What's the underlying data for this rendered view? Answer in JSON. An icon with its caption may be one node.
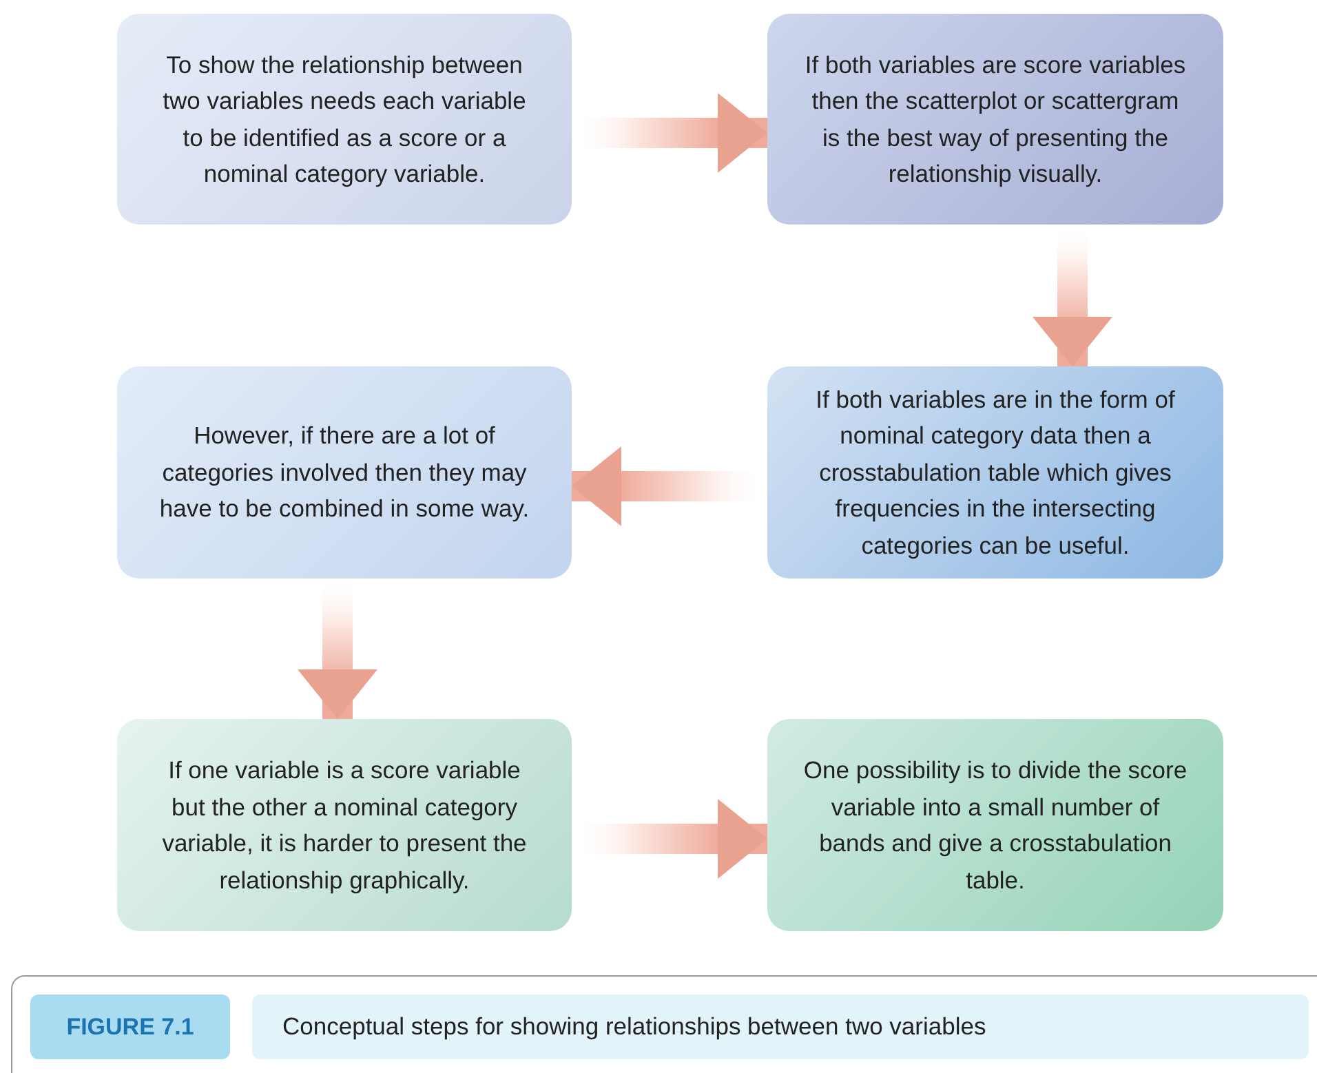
{
  "diagram": {
    "caption": "Conceptual steps for showing relationships between two variables",
    "nodes": [
      {
        "text": [
          "To show the relationship between two variables needs each variable to be identified as a score or a nominal category variable."
        ]
      },
      {
        "text": [
          "If both variables are score variables then the scatterplot or scattergram is the best way of presenting the relationship visually."
        ]
      },
      {
        "text": [
          "If both variables are in the form of nominal category data then a crosstabulation table which gives frequencies in the intersecting categories can be useful."
        ]
      },
      {
        "text": [
          "However, if there are a lot of categories involved then they may have to be combined in some way."
        ]
      },
      {
        "text": [
          "If one variable is a score variable but the other a nominal category variable, it is harder to present the relationship graphically."
        ]
      },
      {
        "text": [
          "One possibility is to divide the score variable into a small number of bands and give a crosstabulation table."
        ]
      }
    ],
    "edges": [
      {
        "from": 0,
        "to": 1,
        "arrow": "to"
      },
      {
        "from": 1,
        "to": 2,
        "arrow": "to"
      },
      {
        "from": 2,
        "to": 3,
        "arrow": "to"
      },
      {
        "from": 3,
        "to": 4,
        "arrow": "to"
      },
      {
        "from": 4,
        "to": 5,
        "arrow": "to"
      }
    ],
    "labels": [
      "FIGURE 7.1"
    ]
  }
}
